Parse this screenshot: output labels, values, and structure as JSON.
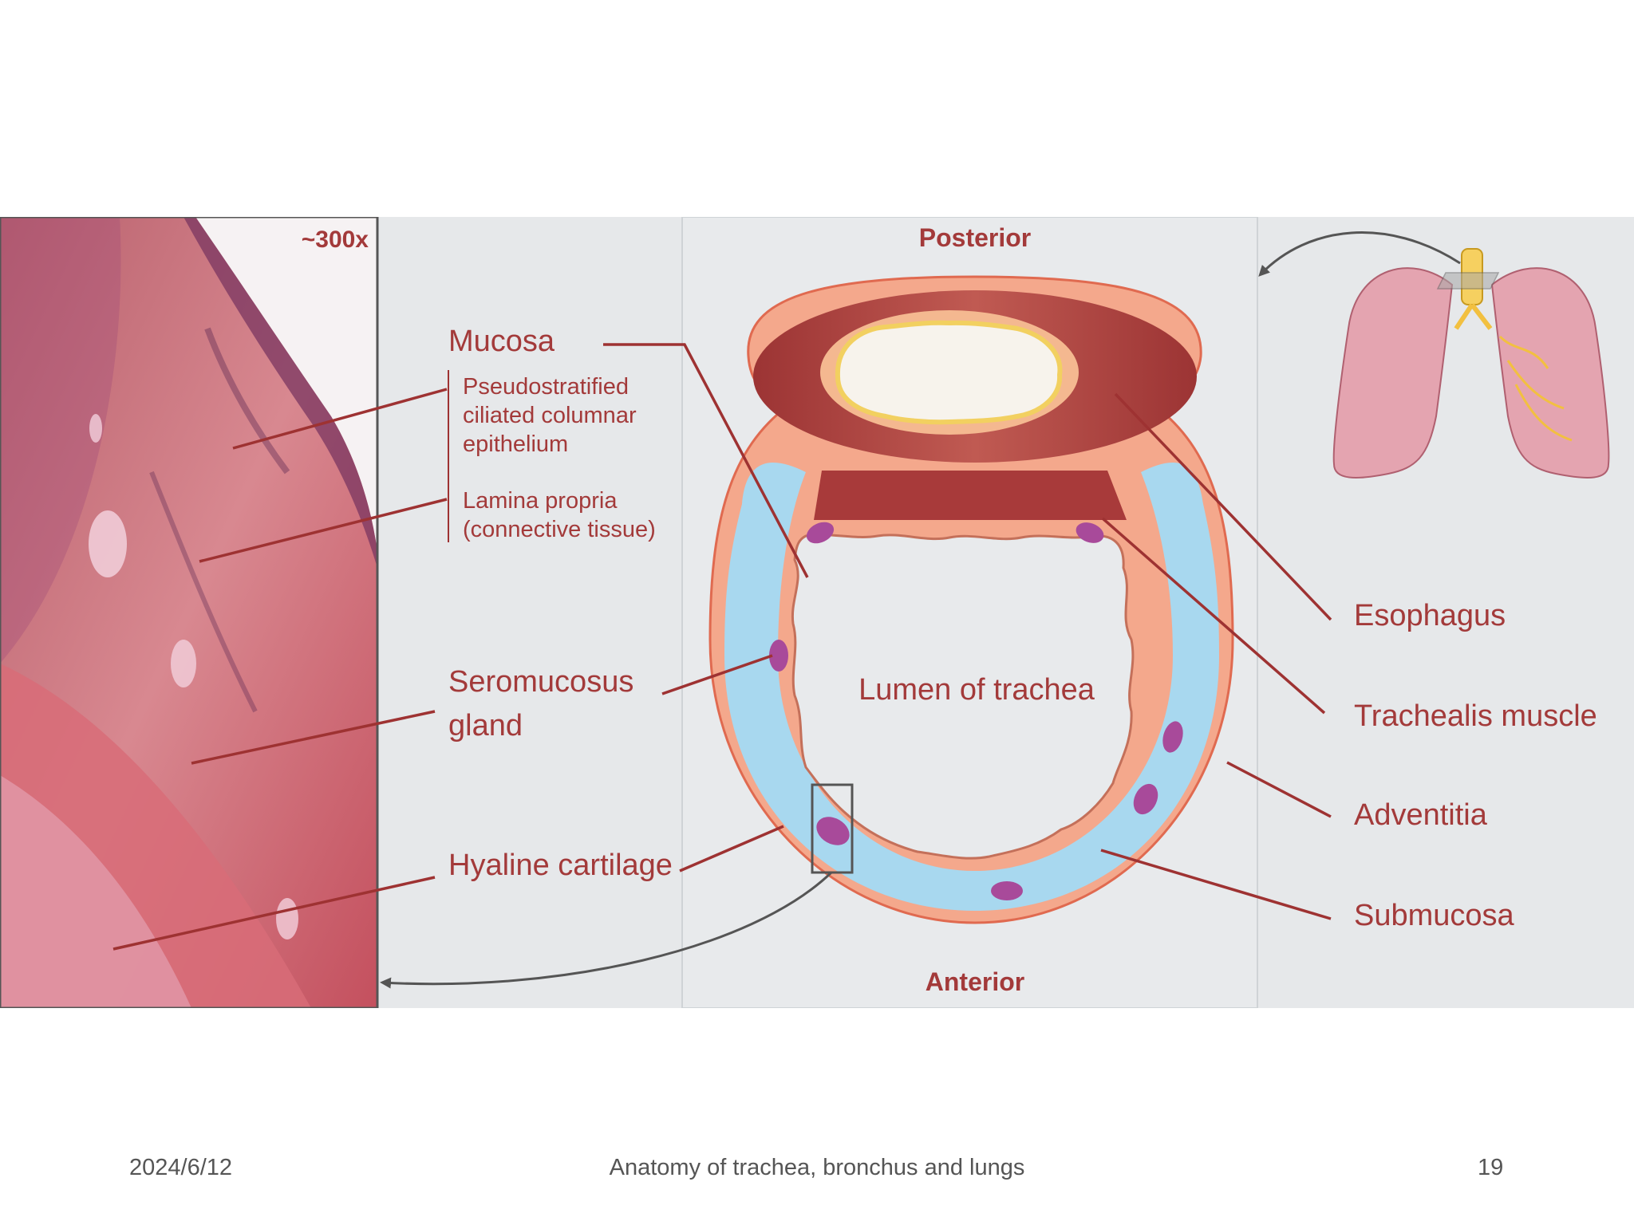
{
  "slide": {
    "date": "2024/6/12",
    "title": "Anatomy of trachea, bronchus and lungs",
    "page_number": "19"
  },
  "micrograph": {
    "magnification": "~300x"
  },
  "diagram": {
    "orientation_top": "Posterior",
    "orientation_bottom": "Anterior",
    "lumen_label": "Lumen of trachea",
    "labels_left": {
      "mucosa": "Mucosa",
      "epithelium_line1": "Pseudostratified",
      "epithelium_line2": "ciliated columnar",
      "epithelium_line3": "epithelium",
      "lamina_line1": "Lamina propria",
      "lamina_line2": "(connective tissue)",
      "gland_line1": "Seromucosus",
      "gland_line2": "gland",
      "cartilage": "Hyaline cartilage"
    },
    "labels_right": {
      "esophagus": "Esophagus",
      "trachealis": "Trachealis muscle",
      "adventitia": "Adventitia",
      "submucosa": "Submucosa"
    }
  },
  "colors": {
    "label_text": "#a33a3a",
    "panel_bg": "#e6e8ea",
    "cartilage": "#a8d8ef",
    "submucosa": "#f2ad98",
    "muscle": "#a83a3a",
    "gland": "#a84a9a"
  }
}
